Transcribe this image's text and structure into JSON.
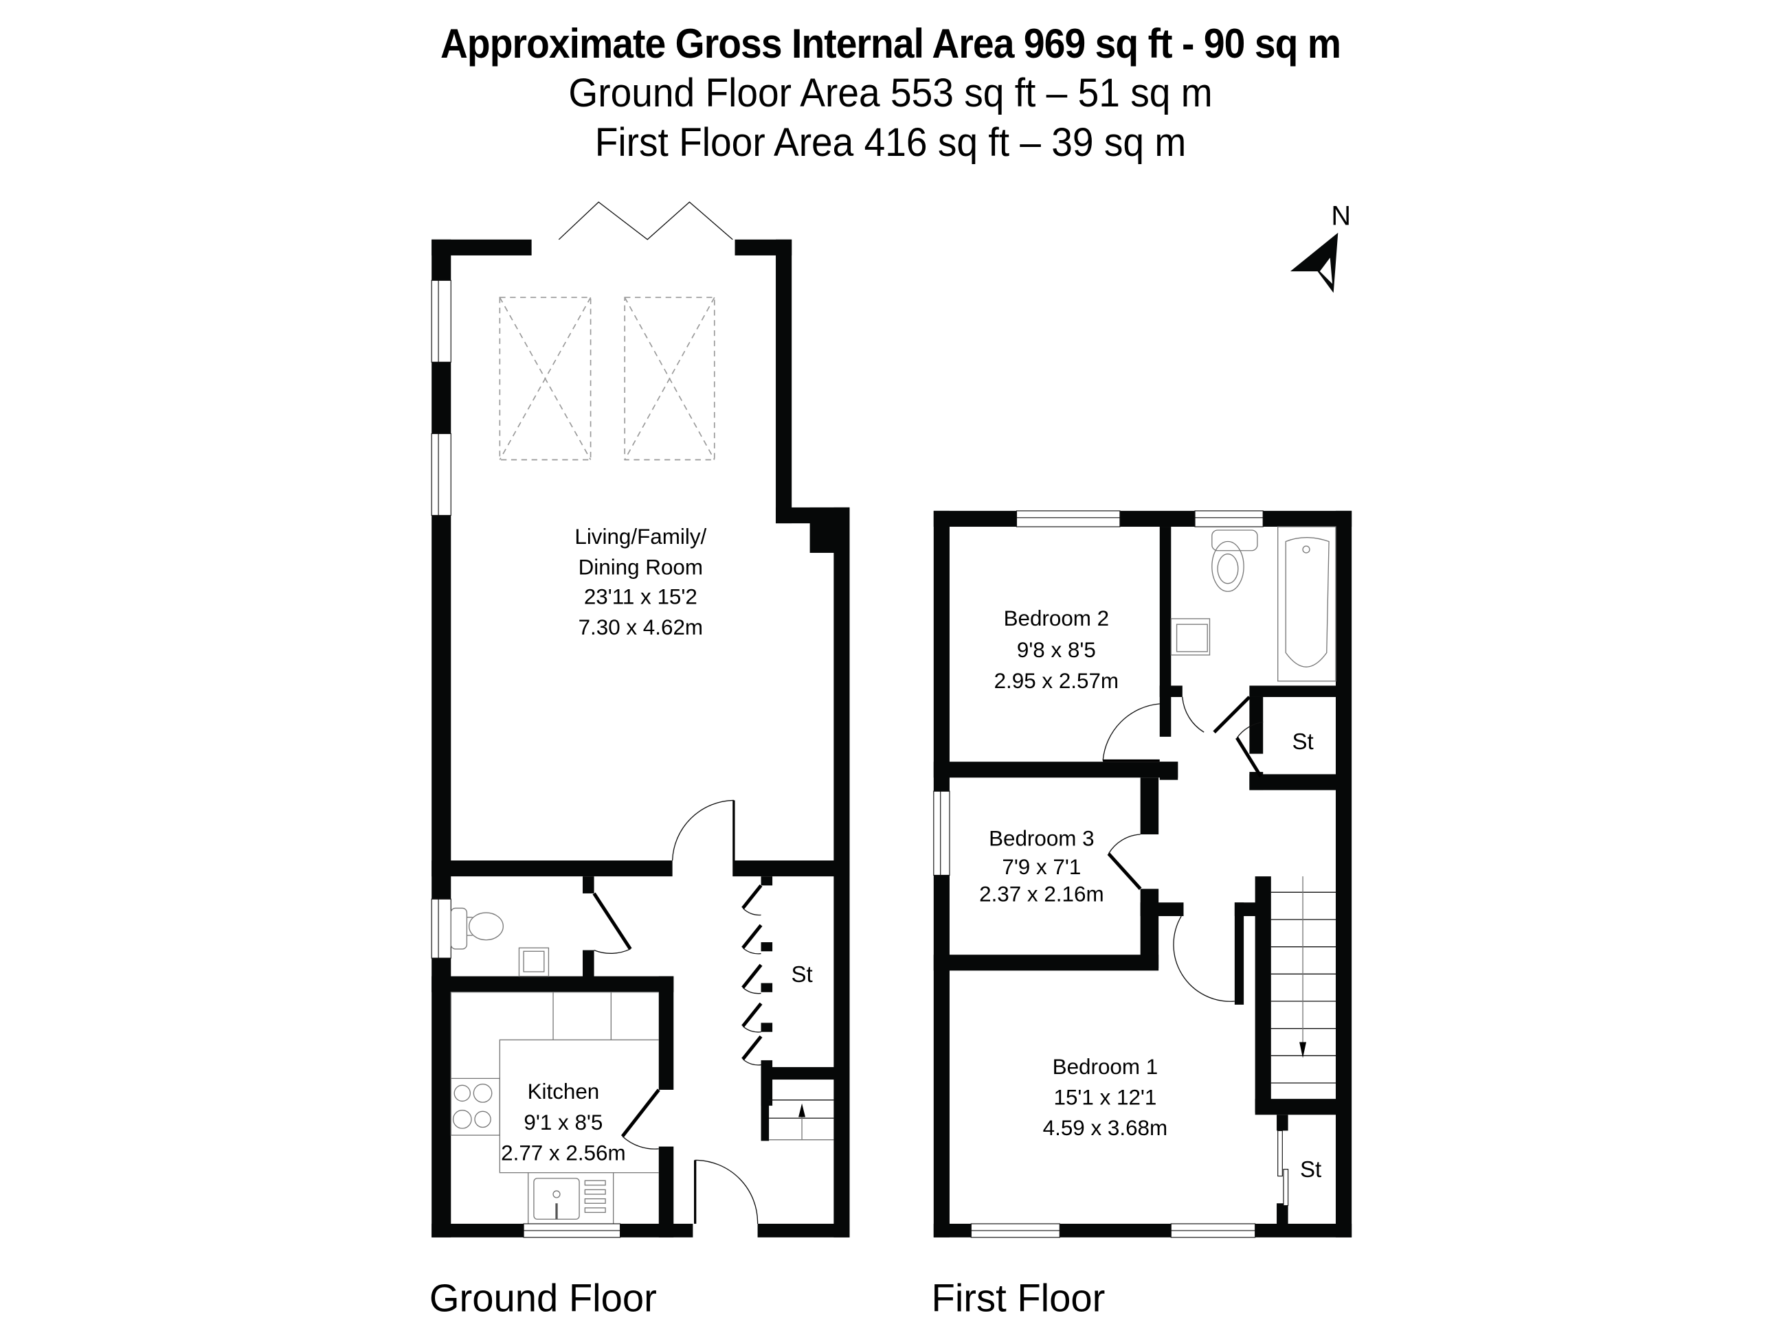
{
  "header": {
    "title": "Approximate Gross Internal Area 969 sq ft - 90 sq m",
    "ground_floor_area": "Ground Floor Area 553 sq ft – 51 sq m",
    "first_floor_area": "First Floor Area 416 sq ft – 39 sq m"
  },
  "compass": {
    "label": "N",
    "icon": "north-arrow-icon"
  },
  "ground_floor": {
    "label": "Ground Floor",
    "rooms": [
      {
        "name": "Living/Family/",
        "name2": "Dining Room",
        "imperial": "23'11 x 15'2",
        "metric": "7.30 x 4.62m"
      },
      {
        "name": "Kitchen",
        "imperial": "9'1 x 8'5",
        "metric": "2.77 x 2.56m"
      },
      {
        "name": "St"
      }
    ]
  },
  "first_floor": {
    "label": "First Floor",
    "rooms": [
      {
        "name": "Bedroom 2",
        "imperial": "9'8 x 8'5",
        "metric": "2.95 x 2.57m"
      },
      {
        "name": "Bedroom 3",
        "imperial": "7'9 x 7'1",
        "metric": "2.37 x 2.16m"
      },
      {
        "name": "Bedroom 1",
        "imperial": "15'1 x 12'1",
        "metric": "4.59 x 3.68m"
      },
      {
        "name": "St"
      },
      {
        "name": "St"
      }
    ]
  },
  "colors": {
    "wall": "#060808",
    "background": "#ffffff",
    "skylight_dash": "#999999"
  }
}
